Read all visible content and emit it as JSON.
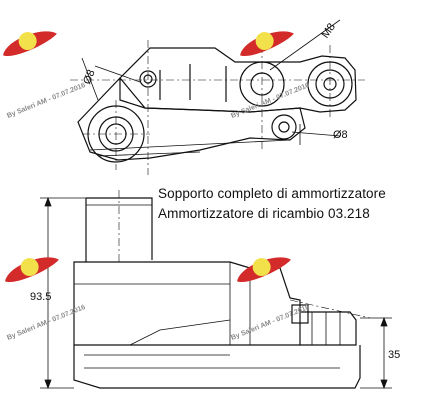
{
  "caption": {
    "line1": "Sopporto completo di ammortizzatore",
    "line2": "Ammortizzatore di ricambio 03.218"
  },
  "dimensions": {
    "dia_left": "Ø8",
    "m_thread": "M8",
    "dia_right": "Ø8",
    "height_total": "93.5",
    "height_lower": "35"
  },
  "watermark": {
    "text": "By Saleri AM - 07.07.2016"
  },
  "colors": {
    "line": "#111111",
    "watermark_red": "#d32a2a",
    "watermark_yellow": "#f2e14a"
  }
}
